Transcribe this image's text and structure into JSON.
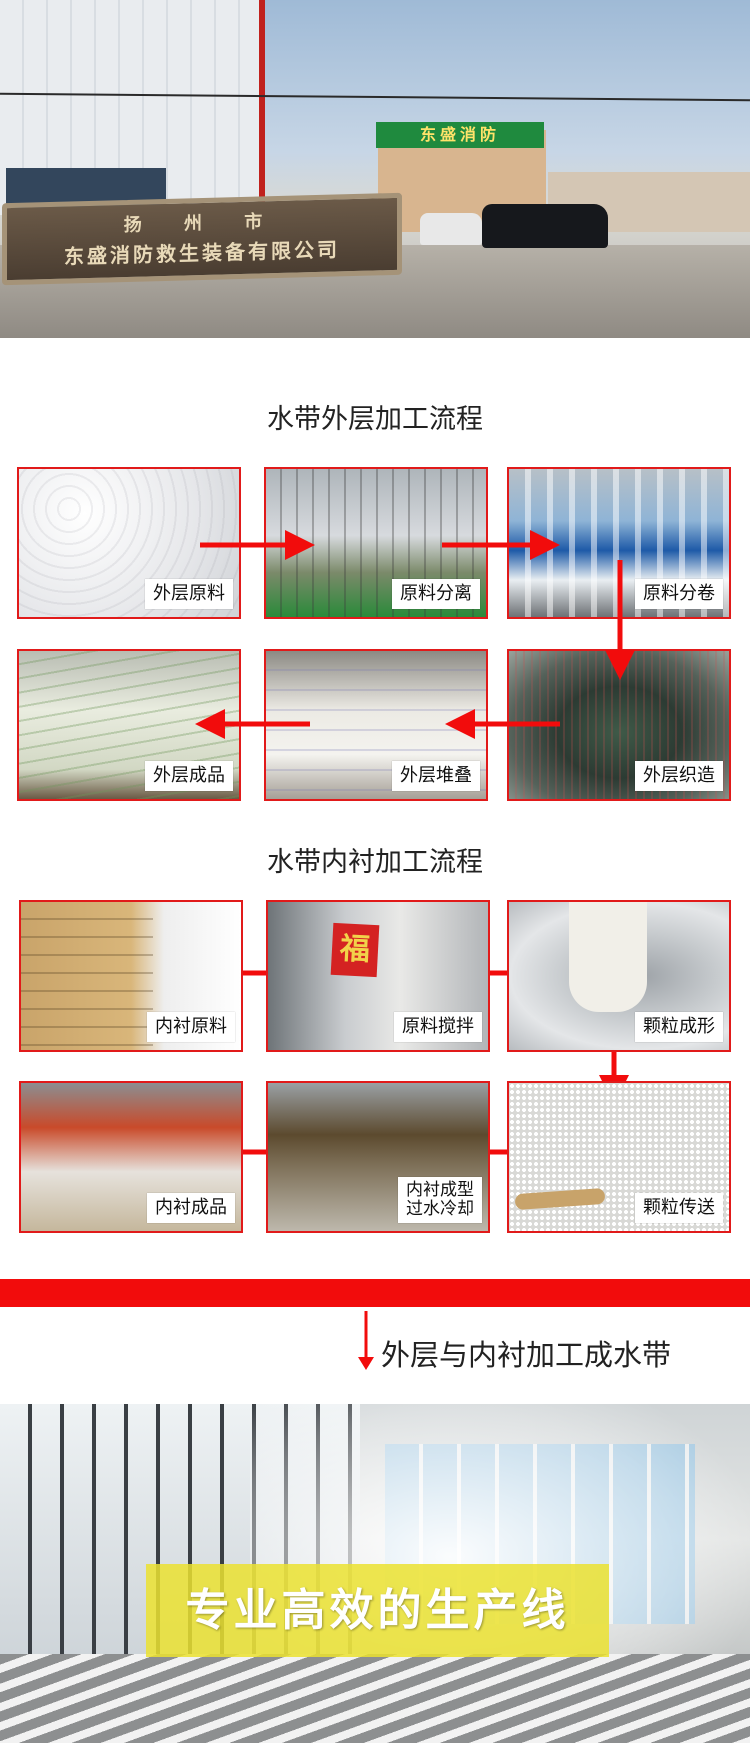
{
  "hero": {
    "stone_line1": "扬  州  市",
    "stone_line2": "东盛消防救生装备有限公司",
    "building_sign": "东盛消防"
  },
  "outer_process": {
    "title": "水带外层加工流程",
    "steps": [
      "外层原料",
      "原料分离",
      "原料分卷",
      "外层织造",
      "外层堆叠",
      "外层成品"
    ]
  },
  "inner_process": {
    "title": "水带内衬加工流程",
    "steps": [
      "内衬原料",
      "原料搅拌",
      "颗粒成形",
      "颗粒传送",
      "内衬成型\n过水冷却",
      "内衬成品"
    ]
  },
  "final": {
    "caption": "外层与内衬加工成水带"
  },
  "workshop": {
    "banner": "专业高效的生产线"
  },
  "colors": {
    "accent_red": "#f20c0c",
    "frame_red": "#e11a1a",
    "banner_yellow": "#ebe230"
  }
}
